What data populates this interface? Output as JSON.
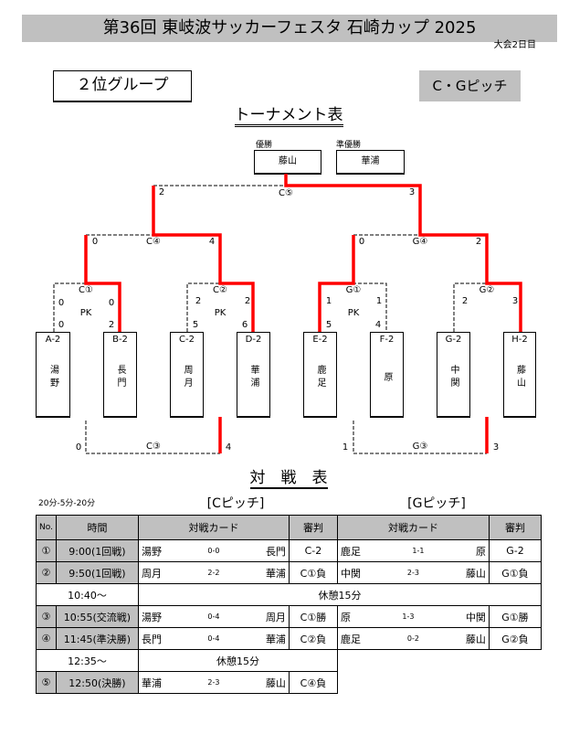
{
  "header": {
    "title": "第36回 東岐波サッカーフェスタ 石崎カップ 2025",
    "day": "大会2日目",
    "group": "２位グループ",
    "pitch": "C・Gピッチ",
    "tournament_title": "トーナメント表"
  },
  "result": {
    "champion_label": "優勝",
    "champion": "藤山",
    "runner_up_label": "準優勝",
    "runner_up": "華浦"
  },
  "teams": [
    {
      "code": "A-2",
      "name": "湯野"
    },
    {
      "code": "B-2",
      "name": "長門"
    },
    {
      "code": "C-2",
      "name": "周月"
    },
    {
      "code": "D-2",
      "name": "華浦"
    },
    {
      "code": "E-2",
      "name": "鹿足"
    },
    {
      "code": "F-2",
      "name": "原"
    },
    {
      "code": "G-2",
      "name": "中関"
    },
    {
      "code": "H-2",
      "name": "藤山"
    }
  ],
  "bracket": {
    "c1": {
      "label": "C①",
      "l": "0",
      "r": "0",
      "pk": "PK",
      "lpk": "0",
      "rpk": "2"
    },
    "c2": {
      "label": "C②",
      "l": "2",
      "r": "2",
      "pk": "PK",
      "lpk": "5",
      "rpk": "6"
    },
    "g1": {
      "label": "G①",
      "l": "1",
      "r": "1",
      "pk": "PK",
      "lpk": "5",
      "rpk": "4"
    },
    "g2": {
      "label": "G②",
      "l": "2",
      "r": "3"
    },
    "c4": {
      "label": "C④",
      "l": "0",
      "r": "4"
    },
    "g4": {
      "label": "G④",
      "l": "0",
      "r": "2"
    },
    "c5": {
      "label": "C⑤",
      "l": "2",
      "r": "3"
    },
    "c3": {
      "label": "C③",
      "l": "0",
      "r": "4"
    },
    "g3": {
      "label": "G③",
      "l": "1",
      "r": "3"
    }
  },
  "colors": {
    "winner_line": "#ff0000",
    "header_gray": "#c0c0c0"
  },
  "schedule": {
    "title": "対　戦　表",
    "format": "20分-5分-20分",
    "pitch_c": "[Cピッチ]",
    "pitch_g": "[Gピッチ]",
    "headers": {
      "no": "No.",
      "time": "時間",
      "card": "対戦カード",
      "ref": "審判"
    },
    "rows": [
      {
        "no": "①",
        "time": "9:00(1回戦)",
        "c": {
          "home": "湯野",
          "score": "0-0",
          "away": "長門",
          "ref": "C-2"
        },
        "g": {
          "home": "鹿足",
          "score": "1-1",
          "away": "原",
          "ref": "G-2"
        }
      },
      {
        "no": "②",
        "time": "9:50(1回戦)",
        "c": {
          "home": "周月",
          "score": "2-2",
          "away": "華浦",
          "ref": "C①負"
        },
        "g": {
          "home": "中関",
          "score": "2-3",
          "away": "藤山",
          "ref": "G①負"
        }
      },
      {
        "no": "③",
        "time": "10:55(交流戦)",
        "c": {
          "home": "湯野",
          "score": "0-4",
          "away": "周月",
          "ref": "C①勝"
        },
        "g": {
          "home": "原",
          "score": "1-3",
          "away": "中関",
          "ref": "G①勝"
        }
      },
      {
        "no": "④",
        "time": "11:45(準決勝)",
        "c": {
          "home": "長門",
          "score": "0-4",
          "away": "華浦",
          "ref": "C②負"
        },
        "g": {
          "home": "鹿足",
          "score": "0-2",
          "away": "藤山",
          "ref": "G②負"
        }
      },
      {
        "no": "⑤",
        "time": "12:50(決勝)",
        "c": {
          "home": "華浦",
          "score": "2-3",
          "away": "藤山",
          "ref": "C④負"
        }
      }
    ],
    "breaks": [
      {
        "time": "10:40～",
        "label": "休憩15分"
      },
      {
        "time": "12:35～",
        "label": "休憩15分"
      }
    ]
  }
}
